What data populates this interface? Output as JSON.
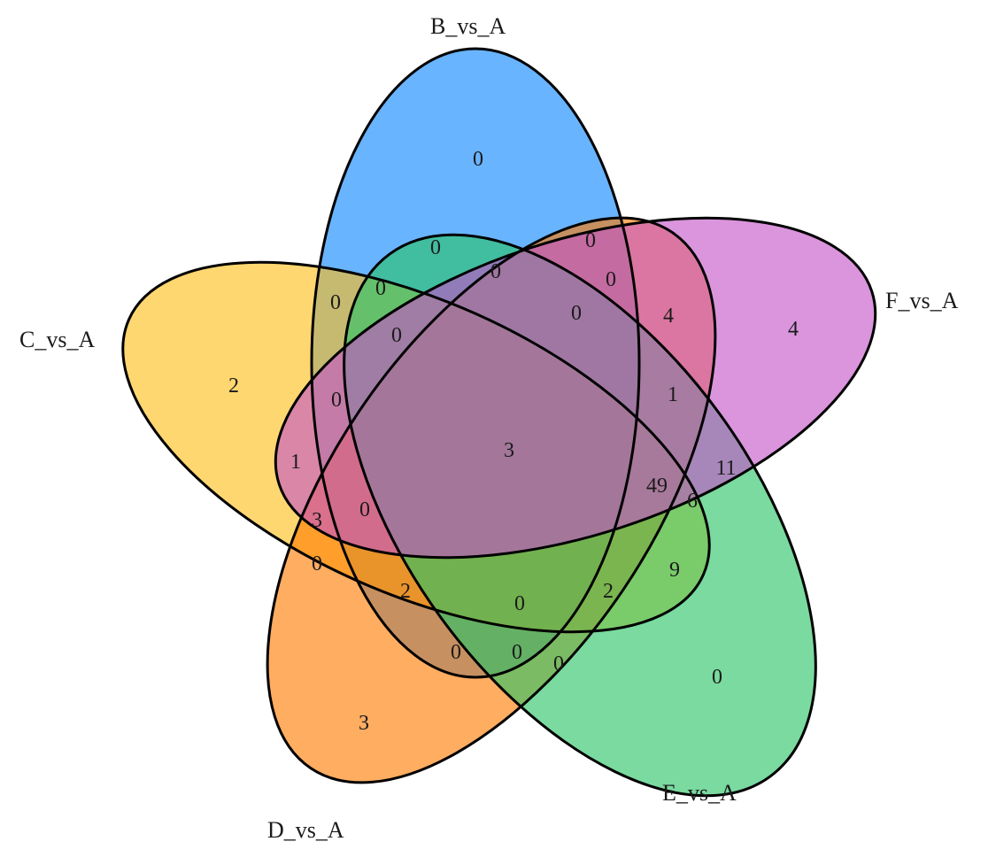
{
  "diagram": {
    "type": "venn-5",
    "sets": [
      {
        "key": "B",
        "label": "B_vs_A",
        "color": "#0d86ff"
      },
      {
        "key": "C",
        "label": "C_vs_A",
        "color": "#ffbe1a"
      },
      {
        "key": "D",
        "label": "D_vs_A",
        "color": "#ff7b00"
      },
      {
        "key": "E",
        "label": "E_vs_A",
        "color": "#28c466"
      },
      {
        "key": "F",
        "label": "F_vs_A",
        "color": "#c454c8"
      }
    ],
    "counts": {
      "B_only": "0",
      "C_only": "2",
      "D_only": "3",
      "E_only": "0",
      "F_only": "4",
      "BE": "0",
      "BF": "0",
      "BC": "0",
      "BCE": "0",
      "BEF": "0",
      "BEF_2": "0",
      "BF_2": "0",
      "BCEF": "0",
      "CF_pink": "4",
      "BCEF_2": "0",
      "CEF": "1",
      "CF": "1",
      "CDF": "3",
      "ALL": "3",
      "EF_mid": "49",
      "EF": "11",
      "DEF": "6",
      "BCDF": "0",
      "CD": "0",
      "CE": "9",
      "CDE": "2",
      "CDE_2": "0",
      "DE_2": "2",
      "BD": "0",
      "BDE": "0",
      "DE": "0",
      "E_left": "0"
    }
  }
}
